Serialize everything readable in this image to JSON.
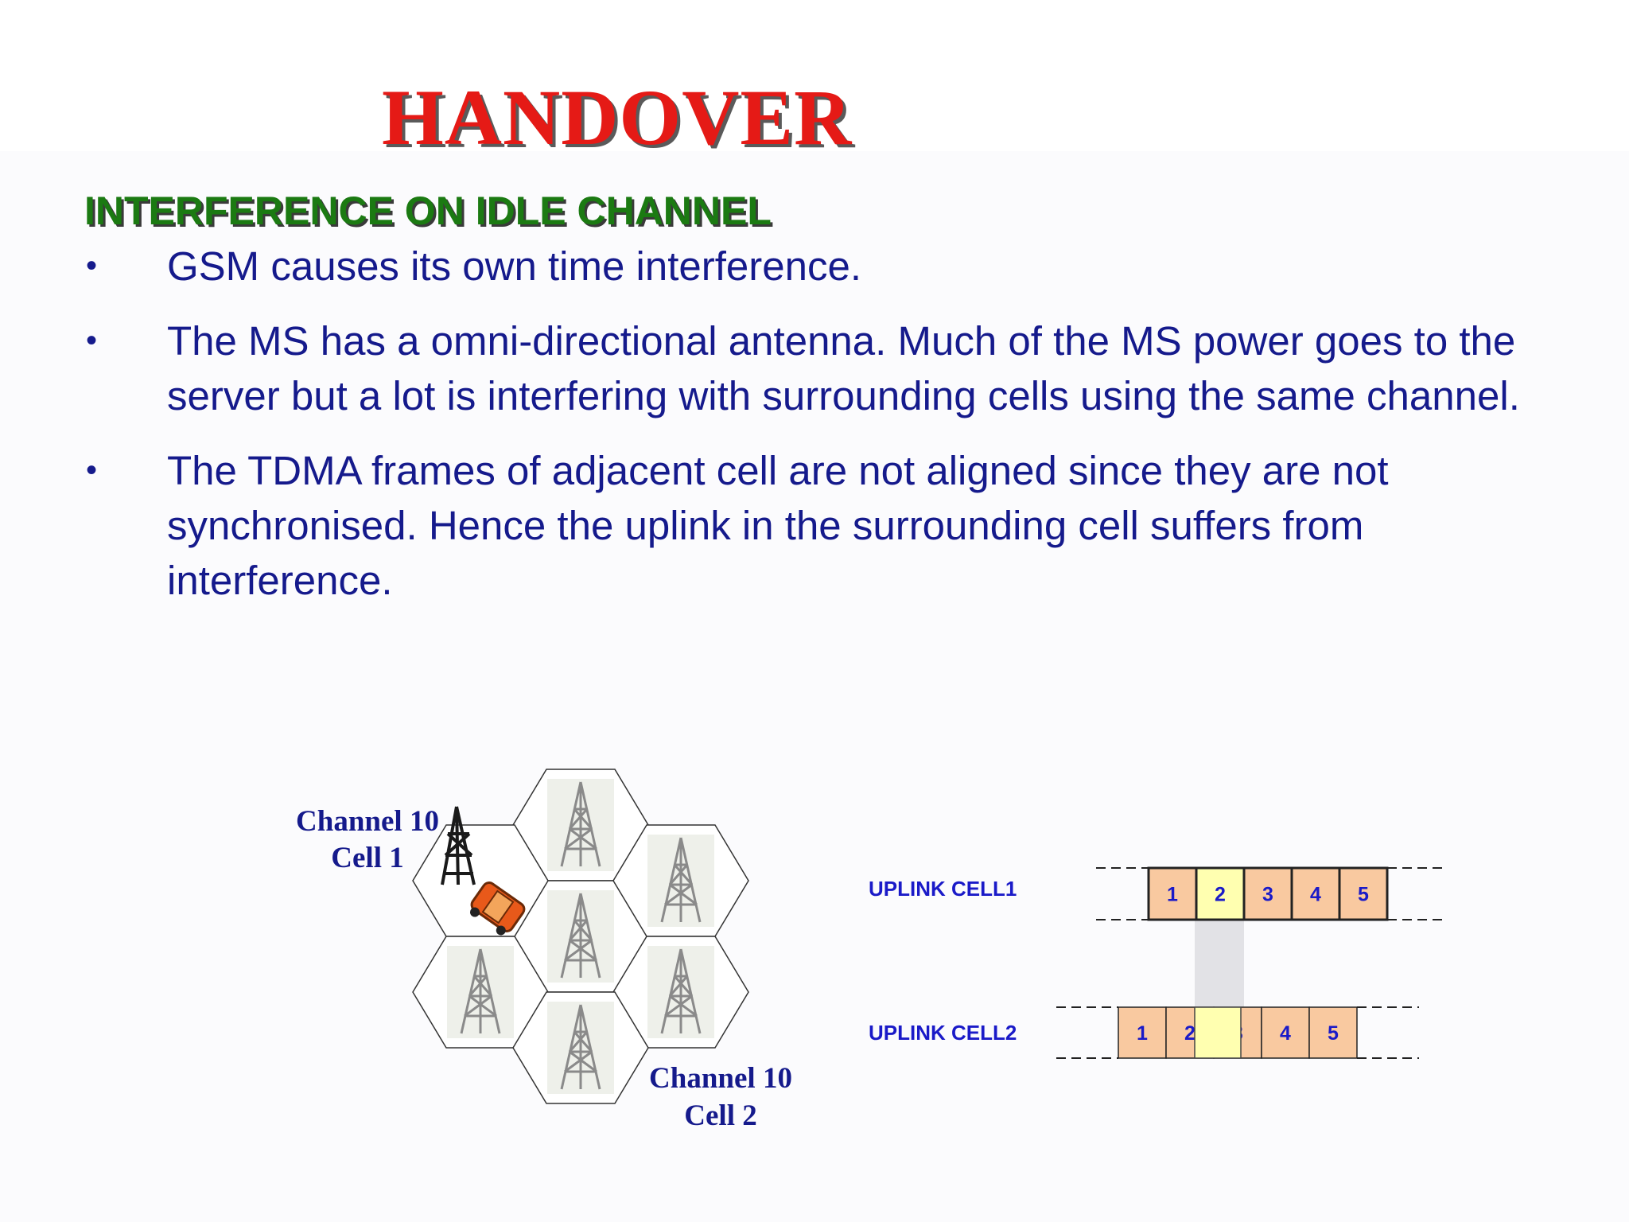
{
  "title": "HANDOVER",
  "subtitle": "INTERFERENCE ON IDLE CHANNEL",
  "bullets": [
    "GSM causes its own time interference.",
    "The MS has a omni-directional antenna. Much of the MS power goes to the server but a lot is interfering with surrounding cells using the same channel.",
    "The TDMA frames of adjacent cell are not aligned since they are not synchronised. Hence the uplink in the surrounding cell suffers from interference."
  ],
  "bullet_symbol": "•",
  "cell_labels": {
    "cell1_channel": "Channel 10",
    "cell1_name": "Cell 1",
    "cell2_channel": "Channel 10",
    "cell2_name": "Cell 2"
  },
  "uplink": {
    "cell1_label": "UPLINK CELL1",
    "cell2_label": "UPLINK CELL2",
    "cell1_slots": [
      "1",
      "2",
      "3",
      "4",
      "5"
    ],
    "cell2_slots": [
      "1",
      "2",
      "3",
      "4",
      "5"
    ],
    "cell1_highlight_slot": "2"
  },
  "colors": {
    "title": "#e51a16",
    "subtitle": "#1b7a12",
    "body_text": "#151a8c",
    "slot_fill": "#f9c9a0",
    "slot_highlight": "#ffffb0",
    "uplink_label": "#1a1ac8"
  },
  "icons": [
    "tower-icon",
    "car-icon"
  ]
}
